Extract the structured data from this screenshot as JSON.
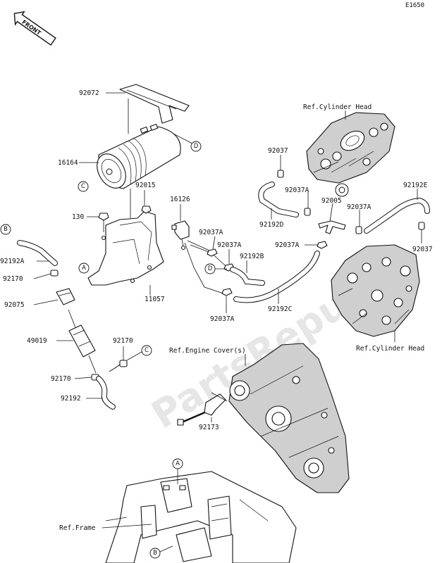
{
  "diagram_code": "E1650",
  "front_label": "FRONT",
  "watermark": "PartsRepublik",
  "parts": {
    "p92072": "92072",
    "p16164": "16164",
    "p92015": "92015",
    "p130": "130",
    "p92192A": "92192A",
    "p92170_top": "92170",
    "p92075": "92075",
    "p49019": "49019",
    "p92170_mid": "92170",
    "p92170_bot": "92170",
    "p92192": "92192",
    "p11057": "11057",
    "p16126": "16126",
    "p92037A_1": "92037A",
    "p92037A_2": "92037A",
    "p92192B": "92192B",
    "p92037A_3": "92037A",
    "p92192C": "92192C",
    "p92037_top": "92037",
    "p92037A_4": "92037A",
    "p92192D": "92192D",
    "p92005": "92005",
    "p92037A_5": "92037A",
    "p92037A_6": "92037A",
    "p92192E": "92192E",
    "p92037_right": "92037",
    "p92173": "92173"
  },
  "refs": {
    "cyl_head_top": "Ref.Cylinder Head",
    "cyl_head_bottom": "Ref.Cylinder Head",
    "engine_cover": "Ref.Engine Cover(s)",
    "frame": "Ref.Frame"
  },
  "callouts": {
    "A": "A",
    "B": "B",
    "C": "C",
    "D": "D"
  }
}
